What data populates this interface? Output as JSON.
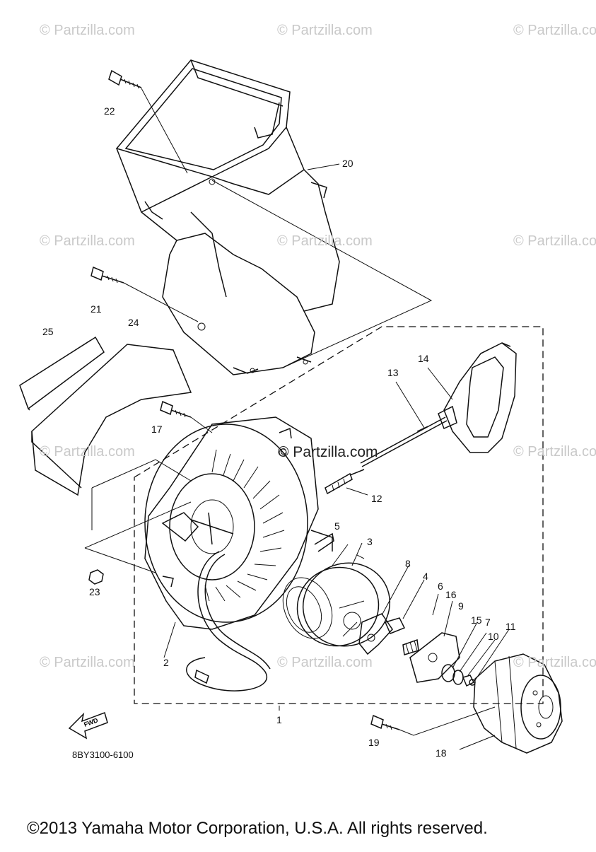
{
  "watermarks": {
    "text": "© Partzilla.com",
    "center_text": "© Partzilla.com"
  },
  "callouts": {
    "c1": "1",
    "c2": "2",
    "c3": "3",
    "c4": "4",
    "c5": "5",
    "c6": "6",
    "c7": "7",
    "c8": "8",
    "c9": "9",
    "c10": "10",
    "c11": "11",
    "c12": "12",
    "c13": "13",
    "c14": "14",
    "c15": "15",
    "c16": "16",
    "c17": "17",
    "c18": "18",
    "c19": "19",
    "c20": "20",
    "c21": "21",
    "c22": "22",
    "c23": "23",
    "c24": "24",
    "c25": "25"
  },
  "fwd_label": "FWD",
  "part_code": "8BY3100-6100",
  "copyright": "©2013 Yamaha Motor Corporation, U.S.A. All rights reserved."
}
